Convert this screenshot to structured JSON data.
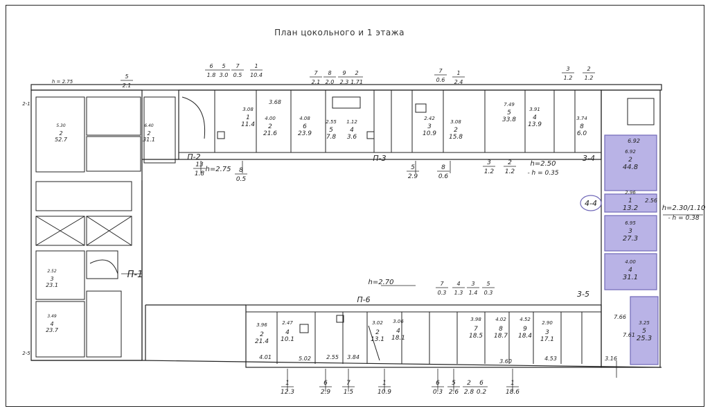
{
  "title": "План цокольного и 1 этажа",
  "colors": {
    "ink": "#222222",
    "highlight": "#b9b3e6",
    "highlight_stroke": "#7068b8",
    "background": "#ffffff"
  },
  "heights": {
    "h_275": "h=2.75",
    "h_250": "h=2.50",
    "h_250_sub": "- h = 0.35",
    "h_270": "h=2.70",
    "h_right": "h=2.30/1.10",
    "h_right_sub": "- h = 0.38",
    "h_top_left": "h = 2.75"
  },
  "sections": {
    "p1": "П-1",
    "p2": "П-2",
    "p3": "П-3",
    "p4": "3-4",
    "p5": "3-5",
    "p6": "П-6",
    "p7": "4-4",
    "left_mark": "2-1",
    "left_mark2": "2-5"
  },
  "purple_rooms": [
    {
      "num": "2",
      "area": "44.8",
      "dim": "6.92"
    },
    {
      "num": "1",
      "area": "13.2",
      "dim": "2.96"
    },
    {
      "num": "3",
      "area": "27.3",
      "dim": "6.95"
    },
    {
      "num": "4",
      "area": "31.1",
      "dim": "4.00"
    },
    {
      "num": "5",
      "area": "25.3",
      "dim": "3.25"
    }
  ],
  "top_fractions": [
    {
      "n": "6",
      "d": "1.8"
    },
    {
      "n": "5",
      "d": "3.0"
    },
    {
      "n": "7",
      "d": "0.5"
    },
    {
      "n": "1",
      "d": "10.4"
    },
    {
      "n": "7",
      "d": "2.1"
    },
    {
      "n": "8",
      "d": "2.0"
    },
    {
      "n": "9",
      "d": "2.3"
    },
    {
      "n": "2",
      "d": "1.71"
    },
    {
      "n": "7",
      "d": "0.6"
    },
    {
      "n": "1",
      "d": "2.4"
    },
    {
      "n": "3",
      "d": "1.2"
    },
    {
      "n": "2",
      "d": "1.2"
    },
    {
      "n": "5",
      "d": "2.1"
    }
  ],
  "mid_fractions": [
    {
      "n": "13",
      "d": "1.8"
    },
    {
      "n": "8",
      "d": "0.5"
    },
    {
      "n": "5",
      "d": "2.9"
    },
    {
      "n": "8",
      "d": "0.6"
    },
    {
      "n": "3",
      "d": "1.2"
    },
    {
      "n": "2",
      "d": "1.2"
    }
  ],
  "bottom_top_fractions": [
    {
      "n": "7",
      "d": "0.3"
    },
    {
      "n": "4",
      "d": "1.3"
    },
    {
      "n": "3",
      "d": "1.4"
    },
    {
      "n": "5",
      "d": "0.3"
    }
  ],
  "bottom_fractions": [
    {
      "n": "1",
      "d": "12.3"
    },
    {
      "n": "6",
      "d": "2.9"
    },
    {
      "n": "7",
      "d": "1.5"
    },
    {
      "n": "1",
      "d": "10.9"
    },
    {
      "n": "6",
      "d": "0.3"
    },
    {
      "n": "5",
      "d": "2.6"
    },
    {
      "n": "2",
      "d": "2.8"
    },
    {
      "n": "6",
      "d": "0.2"
    },
    {
      "n": "1",
      "d": "18.6"
    }
  ],
  "top_rooms": [
    {
      "num": "1",
      "area": "11.4",
      "dim": "3.08"
    },
    {
      "num": "2",
      "area": "21.6",
      "dim": "4.00"
    },
    {
      "num": "6",
      "area": "23.9",
      "dim": "4.08"
    },
    {
      "num": "5",
      "area": "7.8",
      "dim": "2.55"
    },
    {
      "num": "4",
      "area": "3.6",
      "dim": "1.12"
    },
    {
      "num": "3",
      "area": "10.9",
      "dim": "2.42"
    },
    {
      "num": "2",
      "area": "15.8",
      "dim": "3.08"
    },
    {
      "num": "5",
      "area": "33.8",
      "dim": "7.49"
    },
    {
      "num": "4",
      "area": "13.9",
      "dim": "3.91"
    },
    {
      "num": "8",
      "area": "6.0",
      "dim": "3.74"
    }
  ],
  "bottom_rooms": [
    {
      "num": "2",
      "area": "21.4",
      "dim": "3.96"
    },
    {
      "num": "4",
      "area": "10.1",
      "dim": "2.47"
    },
    {
      "num": "2",
      "area": "13.1",
      "dim": "3.02"
    },
    {
      "num": "4",
      "area": "18.1",
      "dim": "3.06"
    },
    {
      "num": "7",
      "area": "18.5",
      "dim": "3.98"
    },
    {
      "num": "8",
      "area": "18.7",
      "dim": "4.02"
    },
    {
      "num": "9",
      "area": "18.4",
      "dim": "4.52"
    },
    {
      "num": "3",
      "area": "17.1",
      "dim": "2.90"
    }
  ],
  "left_rooms": [
    {
      "num": "2",
      "area": "52.7",
      "dim": "5.30"
    },
    {
      "num": "2",
      "area": "31.1",
      "dim": "6.40"
    },
    {
      "num": "3",
      "area": "23.1",
      "dim": "2.52"
    },
    {
      "num": "4",
      "area": "23.7",
      "dim": "3.49"
    }
  ],
  "misc_labels": [
    "7.66",
    "3.16",
    "3.60",
    "4.01",
    "5.02",
    "2.55",
    "3.84",
    "4.53",
    "7.61",
    "6.92",
    "3.68",
    "2.56"
  ]
}
